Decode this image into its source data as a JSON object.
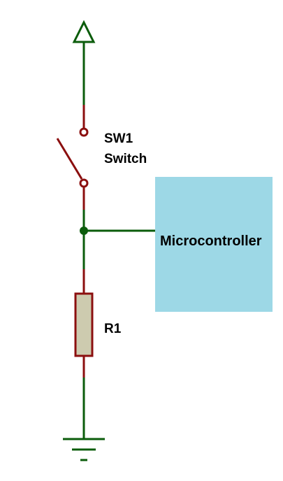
{
  "switch": {
    "ref": "SW1",
    "value": "Switch"
  },
  "resistor": {
    "ref": "R1"
  },
  "mcu": {
    "label": "Microcontroller"
  },
  "colors": {
    "wire": "#0b5c0b",
    "pin": "#8b0f0f",
    "resistor_fill": "#cdcbaf",
    "resistor_stroke": "#8b0f0f",
    "mcu_fill": "#9dd8e6",
    "junction": "#0b5c0b"
  },
  "symbols": {
    "power": "power-supply-arrow-icon",
    "ground": "ground-icon",
    "switch": "spst-switch-icon",
    "resistor": "resistor-icon",
    "junction": "junction-dot-icon"
  }
}
